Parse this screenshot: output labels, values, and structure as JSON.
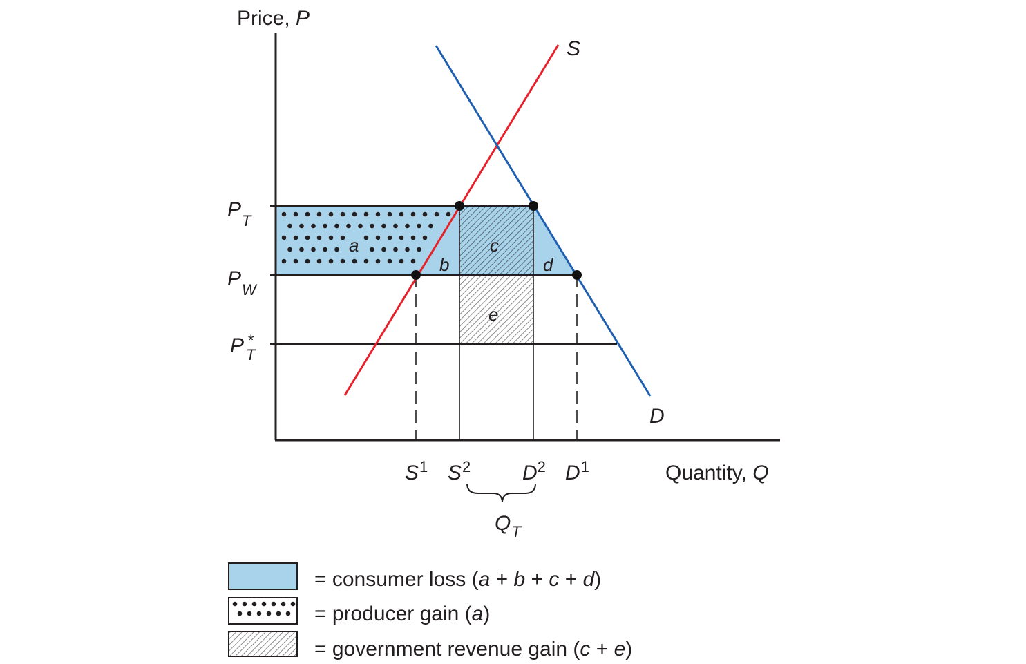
{
  "axes": {
    "y_label": "Price,",
    "y_symbol": "P",
    "x_label": "Quantity,",
    "x_symbol": "Q"
  },
  "price_labels": {
    "pt": {
      "main": "P",
      "sub": "T"
    },
    "pw": {
      "main": "P",
      "sub": "W"
    },
    "pt_star": {
      "main": "P",
      "sup": "*",
      "sub": "T"
    }
  },
  "curves": {
    "supply": {
      "label": "S",
      "color": "#e8202a"
    },
    "demand": {
      "label": "D",
      "color": "#1f5fb0"
    }
  },
  "areas": {
    "a": "a",
    "b": "b",
    "c": "c",
    "d": "d",
    "e": "e"
  },
  "quantity_labels": {
    "s1": {
      "main": "S",
      "sup": "1"
    },
    "s2": {
      "main": "S",
      "sup": "2"
    },
    "d2": {
      "main": "D",
      "sup": "2"
    },
    "d1": {
      "main": "D",
      "sup": "1"
    },
    "qt": {
      "main": "Q",
      "sub": "T"
    }
  },
  "colors": {
    "consumer_loss_fill": "#a8d3ea",
    "axis": "#231f20"
  },
  "legend": {
    "consumer": {
      "prefix": "= consumer loss (",
      "a": "a",
      "plus1": " + ",
      "b": "b",
      "plus2": " + ",
      "c": "c",
      "plus3": " + ",
      "d": "d",
      "suffix": ")"
    },
    "producer": {
      "prefix": "= producer gain (",
      "a": "a",
      "suffix": ")"
    },
    "government": {
      "prefix": "= government revenue gain (",
      "c": "c",
      "plus": " + ",
      "e": "e",
      "suffix": ")"
    }
  }
}
